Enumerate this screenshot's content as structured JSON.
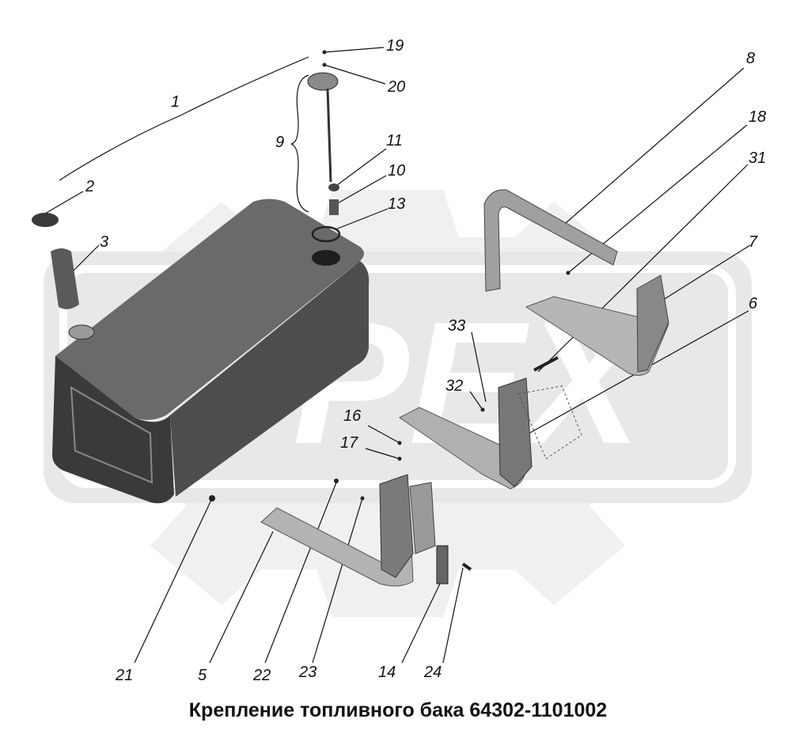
{
  "caption": "Крепление топливного бака 64302-1101002",
  "callouts": [
    "1",
    "2",
    "3",
    "5",
    "6",
    "7",
    "8",
    "9",
    "10",
    "11",
    "13",
    "14",
    "16",
    "17",
    "18",
    "19",
    "20",
    "21",
    "22",
    "23",
    "24",
    "31",
    "32",
    "33"
  ],
  "watermark_text": "PEX",
  "colors": {
    "ink": "#111111",
    "watermark": "#d6d6d6",
    "tank": "#4a4a4a",
    "paper": "#ffffff"
  }
}
